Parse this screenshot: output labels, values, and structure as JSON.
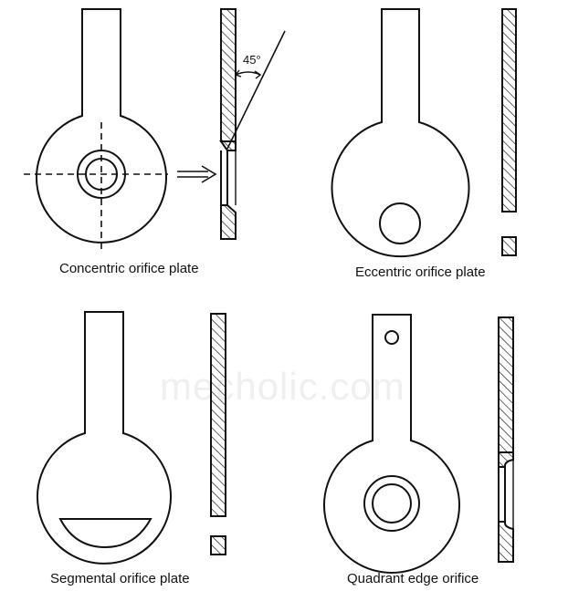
{
  "figure": {
    "labels": {
      "concentric": "Concentric orifice plate",
      "eccentric": "Eccentric orifice plate",
      "segmental": "Segmental orifice plate",
      "quadrant": "Quadrant edge orifice"
    },
    "bevel_angle": "45°",
    "watermark": "mecholic.com",
    "colors": {
      "line": "#111111",
      "background": "#ffffff"
    }
  }
}
